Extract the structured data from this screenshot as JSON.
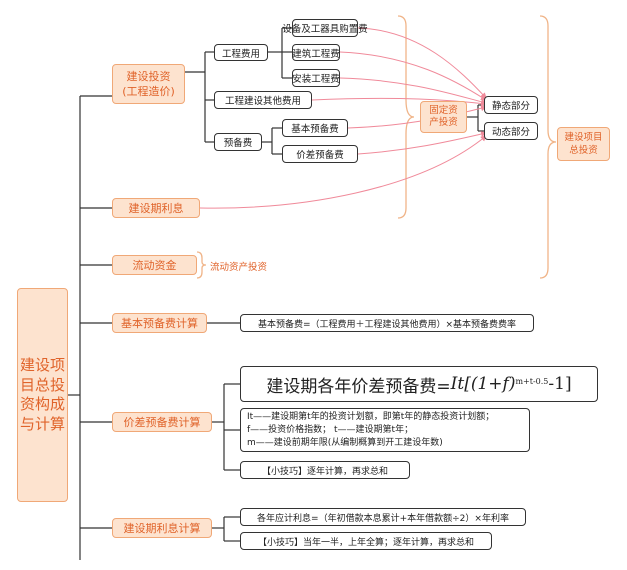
{
  "root": "建设项目总投资构成与计算",
  "jianshe_touzi": "建设投资\n(工程造价)",
  "gongcheng_feiyong": "工程费用",
  "shebei": "设备及工器具购置费",
  "jianzhu": "建筑工程费",
  "anzhuang": "安装工程费",
  "qita": "工程建设其他费用",
  "yubei": "预备费",
  "jiben_yubei": "基本预备费",
  "jiacha_yubei": "价差预备费",
  "guding": "固定资\n产投资",
  "jingtai": "静态部分",
  "dongtai": "动态部分",
  "zong_touzi": "建设项目\n总投资",
  "lixi": "建设期利息",
  "liudong": "流动资金",
  "liudong_label": "流动资产投资",
  "jiben_calc": {
    "title": "基本预备费计算",
    "formula": "基本预备费=（工程费用＋工程建设其他费用）×基本预备费费率"
  },
  "jiacha_calc": {
    "title": "价差预备费计算",
    "formula_text": "建设期各年价差预备费=",
    "formula_math": "It[(1+f)",
    "formula_exp": "m+t-0.5",
    "formula_tail": "-1]",
    "def1": "It——建设期第t年的投资计划额，即第t年的静态投资计划额；",
    "def2": "f——投资价格指数；  t——建设期第t年；",
    "def3": "m——建设前期年限(从编制概算到开工建设年数)",
    "tip": "【小技巧】逐年计算，再求总和"
  },
  "lixi_calc": {
    "title": "建设期利息计算",
    "formula": "各年应计利息=（年初借款本息累计+本年借款额÷2）×年利率",
    "tip": "【小技巧】当年一半，上年全算；逐年计算，再求总和"
  },
  "colors": {
    "accent": "#e0632a",
    "orange_fill": "#fde3cf",
    "pink_line": "#f08a9a"
  }
}
